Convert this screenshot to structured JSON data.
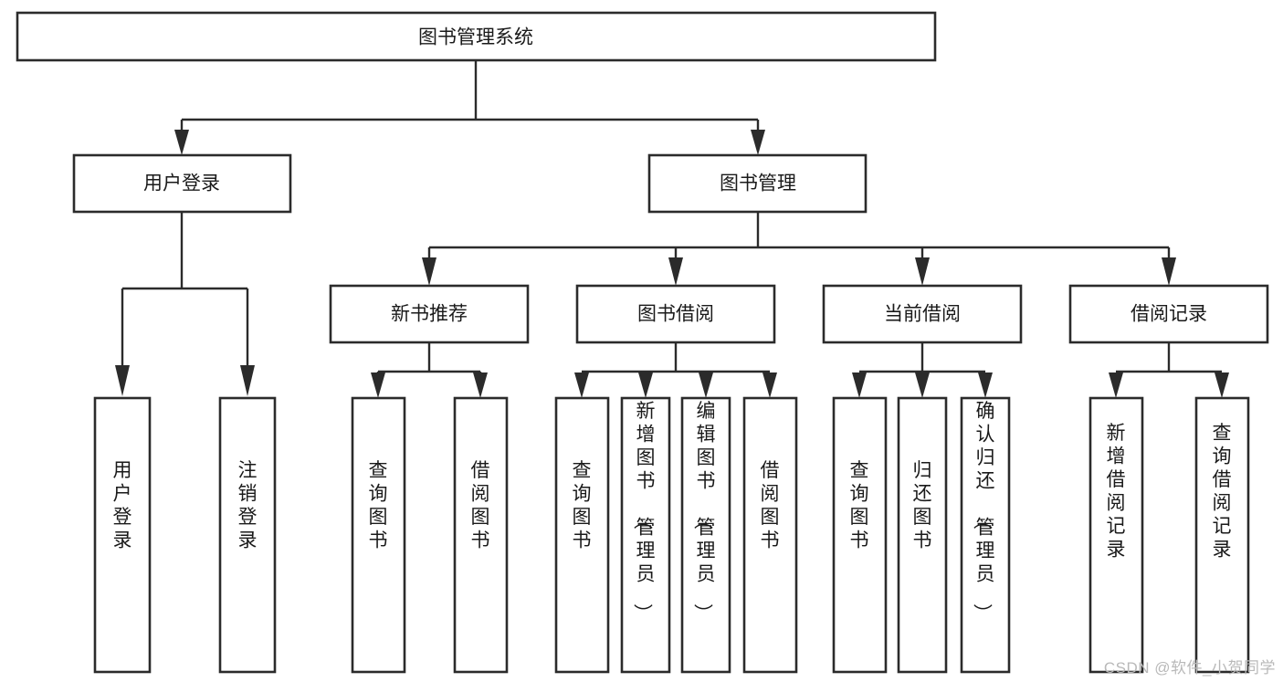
{
  "diagram": {
    "title": "图书管理系统",
    "type": "tree-hierarchy",
    "watermark": "CSDN @软件_小贺同学",
    "colors": {
      "stroke": "#2b2b2b",
      "fill": "#ffffff",
      "text": "#1a1a1a",
      "watermark": "#b9b9b9"
    },
    "levels": {
      "root": {
        "label": "图书管理系统"
      },
      "level2": [
        {
          "id": "user-login",
          "label": "用户登录"
        },
        {
          "id": "book-manage",
          "label": "图书管理"
        }
      ],
      "level3": [
        {
          "id": "new-book-recommend",
          "label": "新书推荐",
          "parent": "book-manage"
        },
        {
          "id": "book-borrow",
          "label": "图书借阅",
          "parent": "book-manage"
        },
        {
          "id": "current-borrow",
          "label": "当前借阅",
          "parent": "book-manage"
        },
        {
          "id": "borrow-record",
          "label": "借阅记录",
          "parent": "book-manage"
        }
      ],
      "leaves": [
        {
          "id": "leaf-user-login",
          "label": "用户登录",
          "parent": "user-login"
        },
        {
          "id": "leaf-logout-login",
          "label": "注销登录",
          "parent": "user-login"
        },
        {
          "id": "leaf-query-book-1",
          "label": "查询图书",
          "parent": "new-book-recommend"
        },
        {
          "id": "leaf-borrow-book-1",
          "label": "借阅图书",
          "parent": "new-book-recommend"
        },
        {
          "id": "leaf-query-book-2",
          "label": "查询图书",
          "parent": "book-borrow"
        },
        {
          "id": "leaf-add-book",
          "label": "新增图书（管理员）",
          "parent": "book-borrow"
        },
        {
          "id": "leaf-edit-book",
          "label": "编辑图书（管理员）",
          "parent": "book-borrow"
        },
        {
          "id": "leaf-borrow-book-2",
          "label": "借阅图书",
          "parent": "book-borrow"
        },
        {
          "id": "leaf-query-book-3",
          "label": "查询图书",
          "parent": "current-borrow"
        },
        {
          "id": "leaf-return-book",
          "label": "归还图书",
          "parent": "current-borrow"
        },
        {
          "id": "leaf-confirm-return",
          "label": "确认归还（管理员）",
          "parent": "current-borrow"
        },
        {
          "id": "leaf-add-record",
          "label": "新增借阅记录",
          "parent": "borrow-record"
        },
        {
          "id": "leaf-query-record",
          "label": "查询借阅记录",
          "parent": "borrow-record"
        }
      ]
    }
  }
}
